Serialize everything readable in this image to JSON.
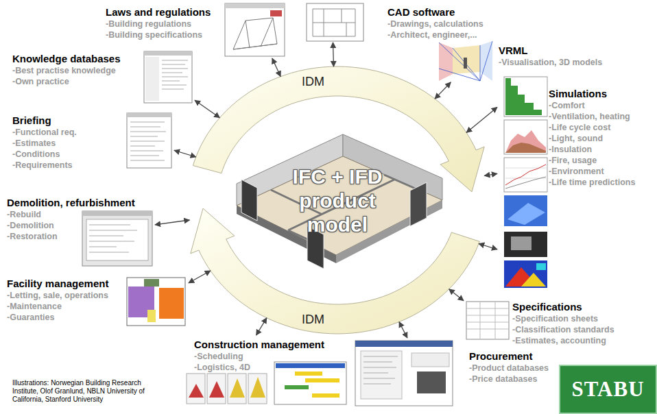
{
  "diagram": {
    "nodes": [
      {
        "text": [
          "Laws and regulations",
          "-Building regulations",
          "-Building specifications"
        ]
      },
      {
        "text": [
          "CAD software",
          "-Drawings, calculations",
          "-Architect, engineer,..."
        ]
      },
      {
        "text": [
          "Knowledge databases",
          "-Best practise knowledge",
          "-Own practice"
        ]
      },
      {
        "text": [
          "VRML",
          "-Visualisation, 3D models"
        ]
      },
      {
        "text": [
          "Briefing",
          "-Functional req.",
          "-Estimates",
          "-Conditions",
          "-Requirements"
        ]
      },
      {
        "text": [
          "Simulations",
          "-Comfort",
          "-Ventilation, heating",
          "-Life cycle cost",
          "-Light, sound",
          "-Insulation",
          "-Fire, usage",
          "-Environment",
          "-Life time predictions"
        ]
      },
      {
        "text": [
          "IFC + IFD product model"
        ]
      },
      {
        "text": [
          "Demolition, refurbishment",
          "-Rebuild",
          "-Demolition",
          "-Restoration"
        ]
      },
      {
        "text": [
          "Facility management",
          "-Letting, sale, operations",
          "-Maintenance",
          "-Guaranties"
        ]
      },
      {
        "text": [
          "Specifications",
          "-Specification sheets",
          "-Classification standards",
          "-Estimates, accounting"
        ]
      },
      {
        "text": [
          "Construction management",
          "-Scheduling",
          "-Logistics, 4D"
        ]
      },
      {
        "text": [
          "Procurement",
          "-Product databases",
          "-Price databases"
        ]
      },
      {
        "text": [
          "STABU"
        ]
      }
    ],
    "edges": [
      {
        "from": 0,
        "to": 6,
        "arrow": "both"
      },
      {
        "from": 1,
        "to": 6,
        "arrow": "both"
      },
      {
        "from": 2,
        "to": 6,
        "arrow": "both"
      },
      {
        "from": 3,
        "to": 6,
        "arrow": "both"
      },
      {
        "from": 4,
        "to": 6,
        "arrow": "both"
      },
      {
        "from": 5,
        "to": 6,
        "arrow": "both"
      },
      {
        "from": 5,
        "to": 6,
        "arrow": "both"
      },
      {
        "from": 5,
        "to": 6,
        "arrow": "both"
      },
      {
        "from": 7,
        "to": 6,
        "arrow": "both"
      },
      {
        "from": 8,
        "to": 6,
        "arrow": "both"
      },
      {
        "from": 9,
        "to": 6,
        "arrow": "both"
      },
      {
        "from": 10,
        "to": 6,
        "arrow": "both"
      },
      {
        "from": 11,
        "to": 6,
        "arrow": "both"
      }
    ],
    "labels": [
      "IDM",
      "IDM",
      "Illustrations: Norwegian Building Research Institute, Olof Granlund, NBLN University of California, Stanford University"
    ]
  }
}
